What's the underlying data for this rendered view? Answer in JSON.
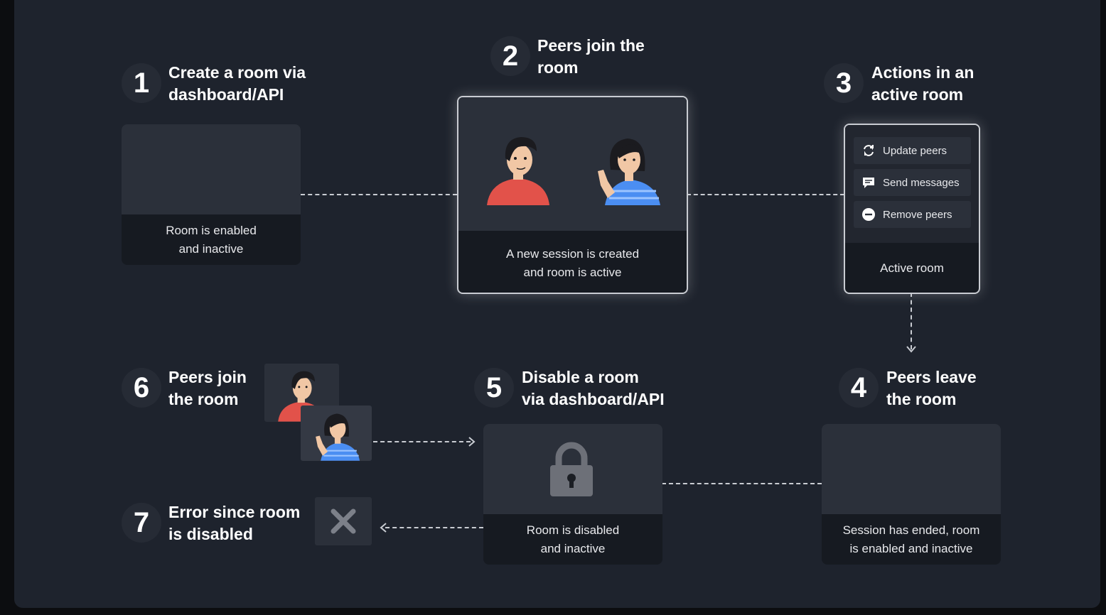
{
  "steps": [
    {
      "num": "1",
      "title": "Create a room via\ndashboard/API",
      "card_label": "Room is enabled\nand inactive"
    },
    {
      "num": "2",
      "title": "Peers join the\nroom",
      "card_label": "A new session is created\nand room is active"
    },
    {
      "num": "3",
      "title": "Actions in an\nactive room",
      "card_label": "Active room"
    },
    {
      "num": "4",
      "title": "Peers leave\nthe room",
      "card_label": "Session has ended, room\nis enabled and inactive"
    },
    {
      "num": "5",
      "title": "Disable a room\nvia dashboard/API",
      "card_label": "Room is disabled\nand inactive"
    },
    {
      "num": "6",
      "title": "Peers join\nthe room"
    },
    {
      "num": "7",
      "title": "Error since room\nis disabled"
    }
  ],
  "actions": [
    {
      "label": "Update peers",
      "icon": "refresh-icon"
    },
    {
      "label": "Send messages",
      "icon": "message-icon"
    },
    {
      "label": "Remove peers",
      "icon": "minus-circle-icon"
    }
  ],
  "icons": {
    "lock": "lock-icon",
    "error": "close-icon"
  },
  "colors": {
    "background": "#1e232d",
    "card": "#161a21",
    "card_top": "#2b303a",
    "accent_red": "#e2524a",
    "accent_blue": "#4b8ef2"
  }
}
